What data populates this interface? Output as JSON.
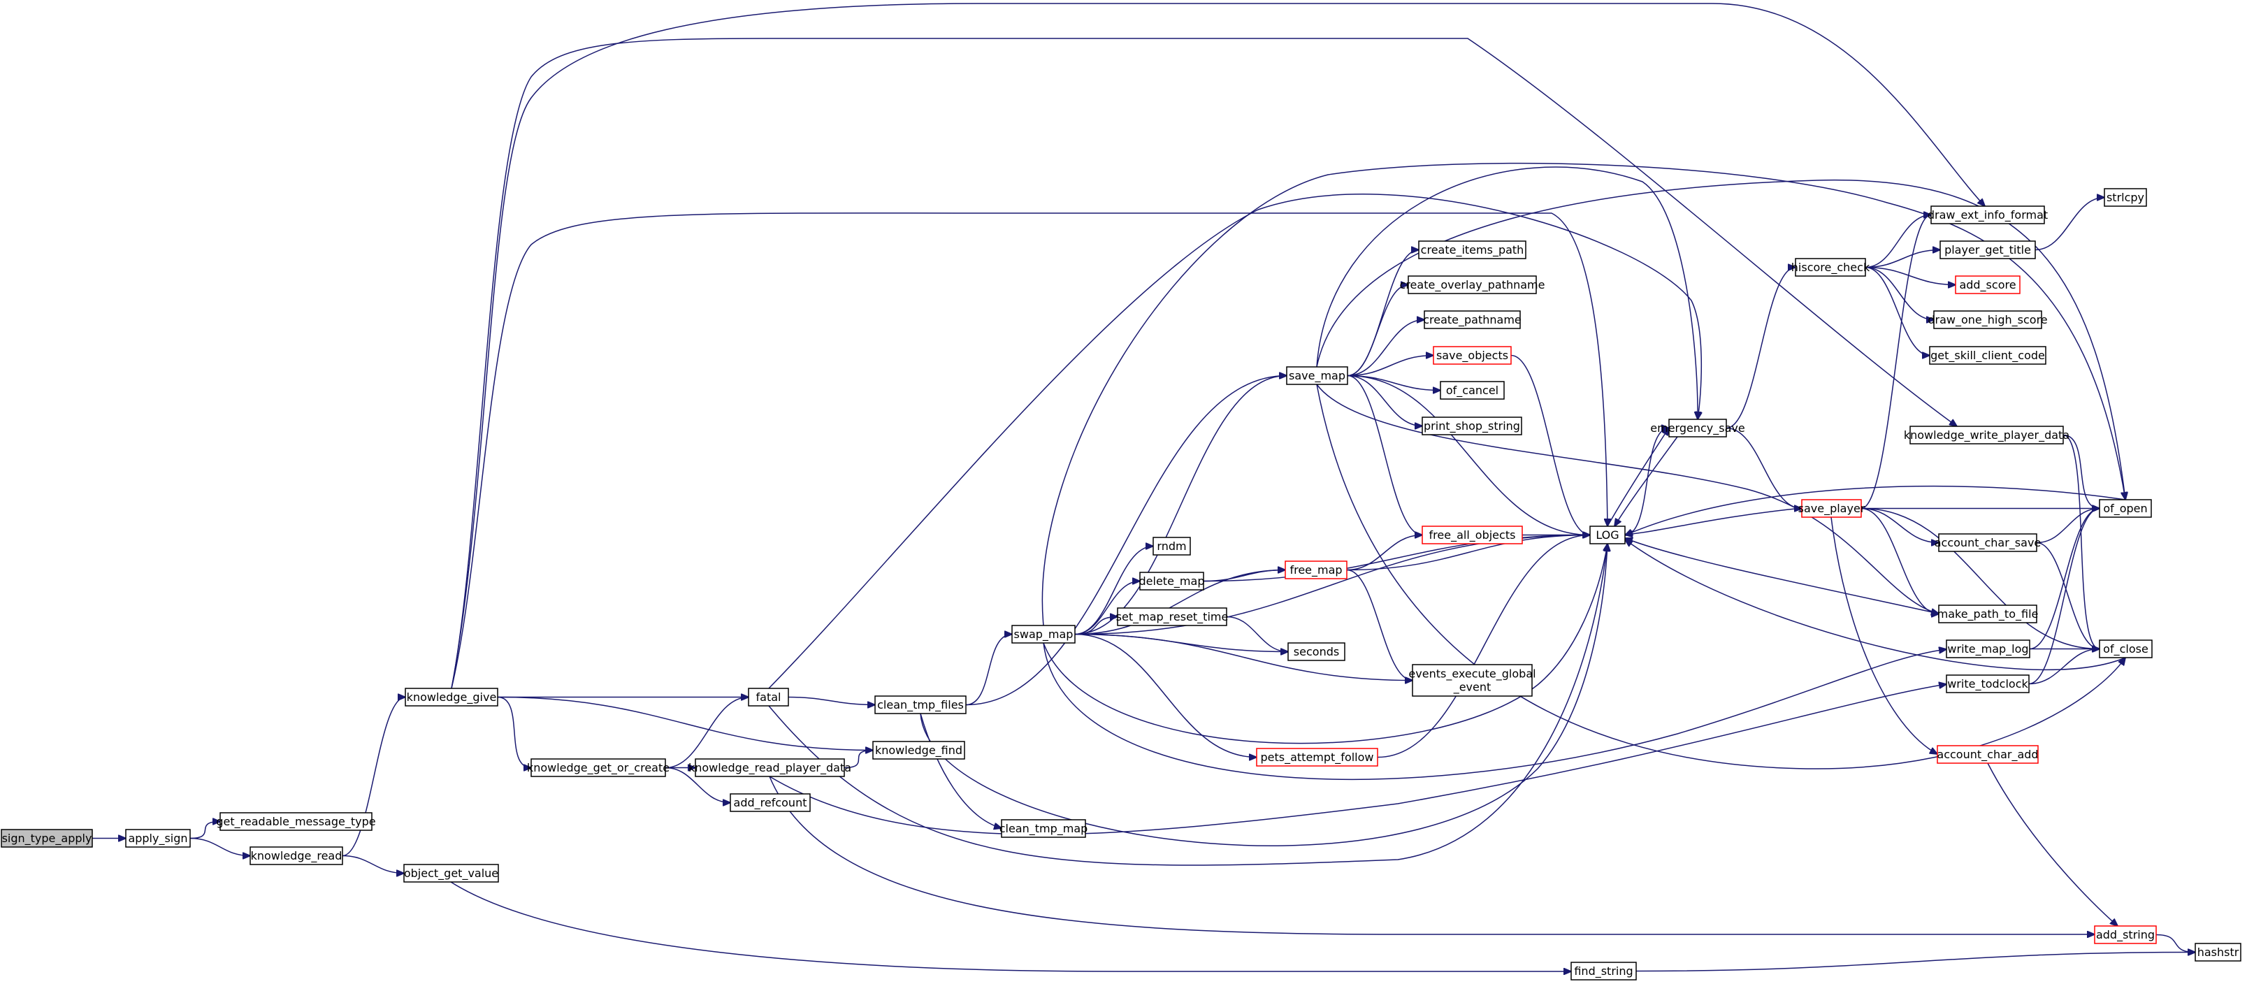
{
  "colors": {
    "background": "#ffffff",
    "edge": "#191970",
    "node_border": "#000000",
    "node_border_truncated": "#ff0000",
    "root_fill": "#bfbfbf"
  },
  "nodes": {
    "sign_type_apply": "sign_type_apply",
    "apply_sign": "apply_sign",
    "get_readable_message_type": "get_readable_message_type",
    "knowledge_read": "knowledge_read",
    "knowledge_give": "knowledge_give",
    "object_get_value": "object_get_value",
    "knowledge_get_or_create": "knowledge_get_or_create",
    "fatal": "fatal",
    "knowledge_find": "knowledge_find",
    "knowledge_read_player_data": "knowledge_read_player_data",
    "add_refcount": "add_refcount",
    "clean_tmp_files": "clean_tmp_files",
    "clean_tmp_map": "clean_tmp_map",
    "swap_map": "swap_map",
    "save_map": "save_map",
    "rndm": "rndm",
    "delete_map": "delete_map",
    "set_map_reset_time": "set_map_reset_time",
    "pets_attempt_follow": "pets_attempt_follow",
    "free_map": "free_map",
    "seconds": "seconds",
    "create_items_path": "create_items_path",
    "create_overlay_pathname": "create_overlay_pathname",
    "create_pathname": "create_pathname",
    "save_objects": "save_objects",
    "of_cancel": "of_cancel",
    "print_shop_string": "print_shop_string",
    "free_all_objects": "free_all_objects",
    "events_execute_global_event": [
      "events_execute_global",
      "_event"
    ],
    "LOG": "LOG",
    "emergency_save": "emergency_save",
    "find_string": "find_string",
    "hiscore_check": "hiscore_check",
    "save_player": "save_player",
    "draw_ext_info_format": "draw_ext_info_format",
    "player_get_title": "player_get_title",
    "add_score": "add_score",
    "draw_one_high_score": "draw_one_high_score",
    "get_skill_client_code": "get_skill_client_code",
    "knowledge_write_player_data": "knowledge_write_player_data",
    "account_char_save": "account_char_save",
    "make_path_to_file": "make_path_to_file",
    "write_map_log": "write_map_log",
    "write_todclock": "write_todclock",
    "account_char_add": "account_char_add",
    "add_string": "add_string",
    "strlcpy": "strlcpy",
    "of_open": "of_open",
    "of_close": "of_close",
    "hashstr": "hashstr"
  }
}
